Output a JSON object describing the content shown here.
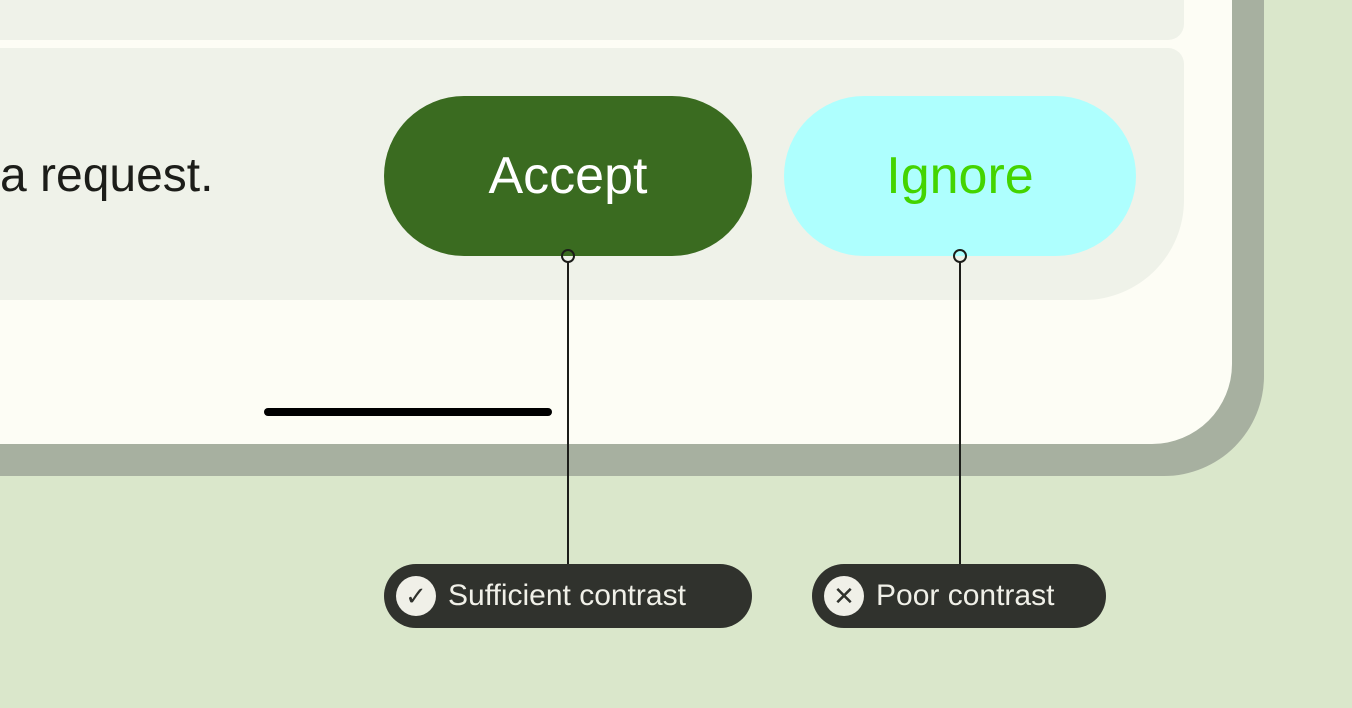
{
  "message": "a request.",
  "buttons": {
    "accept": "Accept",
    "ignore": "Ignore"
  },
  "annotations": [
    {
      "label": "Sufficient contrast",
      "icon": "check-circle-icon"
    },
    {
      "label": "Poor contrast",
      "icon": "x-circle-icon"
    }
  ],
  "colors": {
    "accept_bg": "#3a6b20",
    "accept_text": "#ffffff",
    "ignore_bg": "#aefffe",
    "ignore_text": "#44d400",
    "background": "#dae7cb"
  }
}
